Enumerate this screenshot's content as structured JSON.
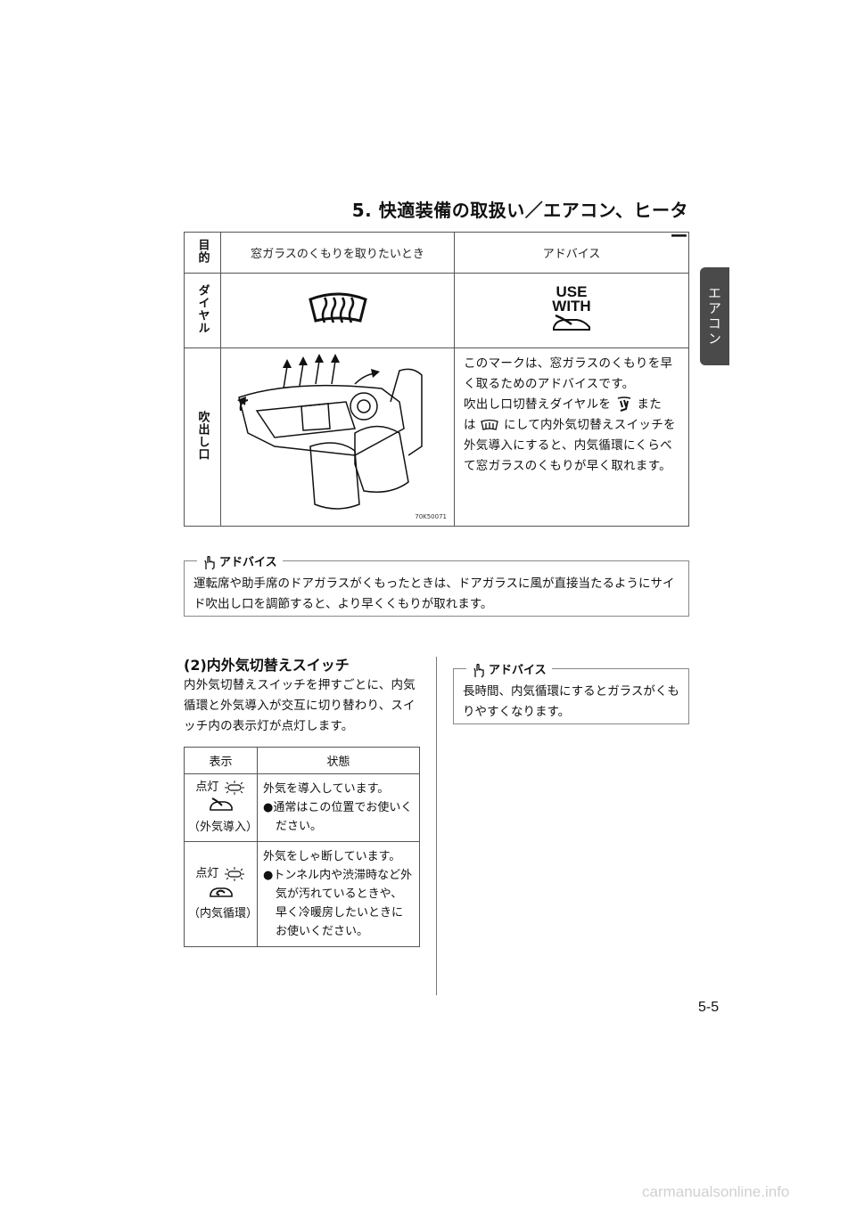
{
  "chapter_title": "5. 快適装備の取扱い／エアコン、ヒーター",
  "side_tab": "エアコン",
  "main_table": {
    "row_labels": {
      "purpose": "目的",
      "dial": "ダイヤル",
      "outlet": "吹出し口"
    },
    "purpose": "窓ガラスのくもりを取りたいとき",
    "advice_header": "アドバイス",
    "use_with_line1": "USE",
    "use_with_line2": "WITH",
    "illustration_code": "70K50071",
    "outlet_text_1": "このマークは、窓ガラスのくもりを早く取るためのアドバイスです。",
    "outlet_text_2a": "吹出し口切替えダイヤルを",
    "outlet_text_2b": "また",
    "outlet_text_3a": "は",
    "outlet_text_3b": "にして内外気切替えスイッチを外気導入にすると、内気循環にくらべて窓ガラスのくもりが早く取れます。"
  },
  "advice1": {
    "title": "アドバイス",
    "text": "運転席や助手席のドアガラスがくもったときは、ドアガラスに風が直接当たるようにサイド吹出し口を調節すると、より早くくもりが取れます。"
  },
  "section": {
    "title": "(2)内外気切替えスイッチ",
    "body": "内外気切替えスイッチを押すごとに、内気循環と外気導入が交互に切り替わり、スイッチ内の表示灯が点灯します。"
  },
  "status_table": {
    "col_display": "表示",
    "col_state": "状態",
    "rows": [
      {
        "lit": "点灯",
        "mode": "（外気導入）",
        "state": "外気を導入しています。",
        "note": "●通常はこの位置でお使いください。"
      },
      {
        "lit": "点灯",
        "mode": "（内気循環）",
        "state": "外気をしゃ断しています。",
        "note": "●トンネル内や渋滞時など外気が汚れているときや、早く冷暖房したいときにお使いください。"
      }
    ]
  },
  "advice2": {
    "title": "アドバイス",
    "text": "長時間、内気循環にするとガラスがくもりやすくなります。"
  },
  "page_number": "5-5",
  "watermark": "carmanualsonline.info"
}
